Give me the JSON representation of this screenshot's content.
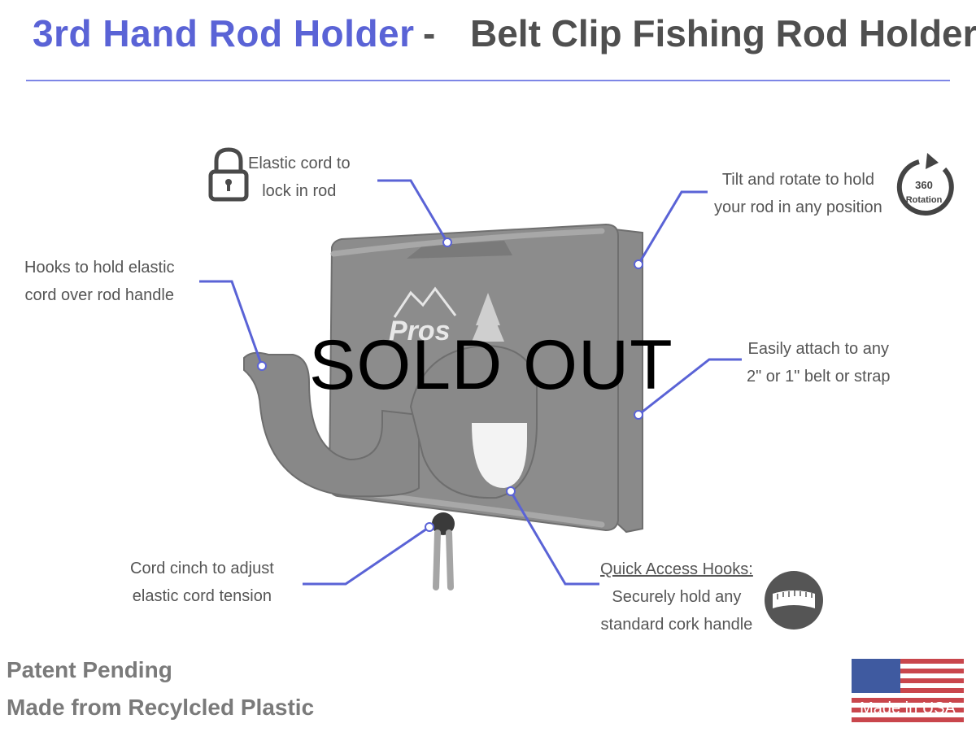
{
  "header": {
    "product_name": "3rd Hand Rod Holder",
    "separator": "-",
    "description": "Belt Clip Fishing Rod Holder"
  },
  "callouts": {
    "elastic_cord": [
      "Elastic cord to",
      "lock in rod"
    ],
    "hooks": [
      "Hooks to hold elastic",
      "cord over rod handle"
    ],
    "tilt_rotate": [
      "Tilt and rotate to hold",
      "your rod in any position"
    ],
    "attach": [
      "Easily attach to any",
      "2\" or 1\" belt or strap"
    ],
    "cord_cinch": [
      "Cord cinch to adjust",
      "elastic cord tension"
    ],
    "quick_access": {
      "title": "Quick Access Hooks:",
      "lines": [
        "Securely hold any",
        "standard cork handle"
      ]
    }
  },
  "badges": {
    "rotation_number": "360",
    "rotation_label": "Rotation"
  },
  "product_logo": "Pros",
  "overlay": {
    "sold_out": "SOLD OUT"
  },
  "footer": {
    "patent": "Patent Pending",
    "material": "Made from Recylcled Plastic",
    "made_in": "Made in USA"
  },
  "colors": {
    "accent": "#5a63d6",
    "leader_line": "#5a63d6",
    "product_gray": "#7b7b7b",
    "text": "#555555"
  }
}
